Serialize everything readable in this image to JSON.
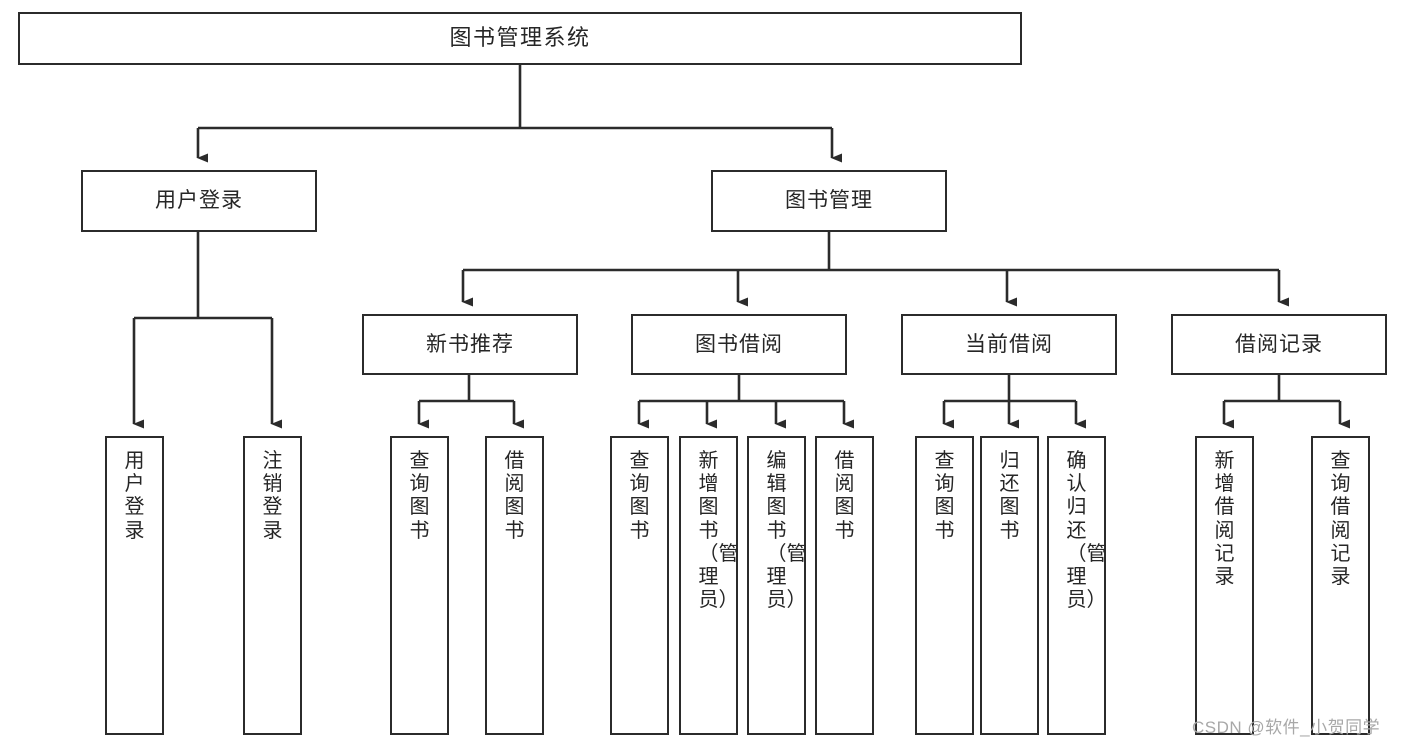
{
  "diagram": {
    "type": "hierarchy-tree",
    "title": "图书管理系统",
    "orientation": "top-down",
    "line_color": "#2b2b2b",
    "box_fill": "#ffffff",
    "text_color": "#262626",
    "nodes": {
      "root": {
        "label": "图书管理系统",
        "level": 0
      },
      "user_login": {
        "label": "用户登录",
        "level": 1
      },
      "book_manage": {
        "label": "图书管理",
        "level": 1
      },
      "new_book_rec": {
        "label": "新书推荐",
        "level": 2
      },
      "book_borrow": {
        "label": "图书借阅",
        "level": 2
      },
      "current_borrow": {
        "label": "当前借阅",
        "level": 2
      },
      "borrow_record": {
        "label": "借阅记录",
        "level": 2
      },
      "leaf_user_login": {
        "label": "用户登录",
        "level": 2
      },
      "leaf_logout": {
        "label": "注销登录",
        "level": 2
      },
      "leaf_query_book_a": {
        "label": "查询图书",
        "level": 3
      },
      "leaf_borrow_book_a": {
        "label": "借阅图书",
        "level": 3
      },
      "leaf_query_book_b": {
        "label": "查询图书",
        "level": 3
      },
      "leaf_add_book": {
        "label": "新增图书（管理员）",
        "level": 3
      },
      "leaf_edit_book": {
        "label": "编辑图书（管理员）",
        "level": 3
      },
      "leaf_borrow_book_b": {
        "label": "借阅图书",
        "level": 3
      },
      "leaf_query_book_c": {
        "label": "查询图书",
        "level": 3
      },
      "leaf_return_book": {
        "label": "归还图书",
        "level": 3
      },
      "leaf_confirm_return": {
        "label": "确认归还（管理员）",
        "level": 3
      },
      "leaf_add_record": {
        "label": "新增借阅记录",
        "level": 3
      },
      "leaf_query_record": {
        "label": "查询借阅记录",
        "level": 3
      }
    },
    "edges": [
      {
        "from": "root",
        "to": "user_login"
      },
      {
        "from": "root",
        "to": "book_manage"
      },
      {
        "from": "user_login",
        "to": "leaf_user_login"
      },
      {
        "from": "user_login",
        "to": "leaf_logout"
      },
      {
        "from": "book_manage",
        "to": "new_book_rec"
      },
      {
        "from": "book_manage",
        "to": "book_borrow"
      },
      {
        "from": "book_manage",
        "to": "current_borrow"
      },
      {
        "from": "book_manage",
        "to": "borrow_record"
      },
      {
        "from": "new_book_rec",
        "to": "leaf_query_book_a"
      },
      {
        "from": "new_book_rec",
        "to": "leaf_borrow_book_a"
      },
      {
        "from": "book_borrow",
        "to": "leaf_query_book_b"
      },
      {
        "from": "book_borrow",
        "to": "leaf_add_book"
      },
      {
        "from": "book_borrow",
        "to": "leaf_edit_book"
      },
      {
        "from": "book_borrow",
        "to": "leaf_borrow_book_b"
      },
      {
        "from": "current_borrow",
        "to": "leaf_query_book_c"
      },
      {
        "from": "current_borrow",
        "to": "leaf_return_book"
      },
      {
        "from": "current_borrow",
        "to": "leaf_confirm_return"
      },
      {
        "from": "borrow_record",
        "to": "leaf_add_record"
      },
      {
        "from": "borrow_record",
        "to": "leaf_query_record"
      }
    ]
  },
  "watermark": {
    "text": "CSDN @软件_小贺同学"
  }
}
